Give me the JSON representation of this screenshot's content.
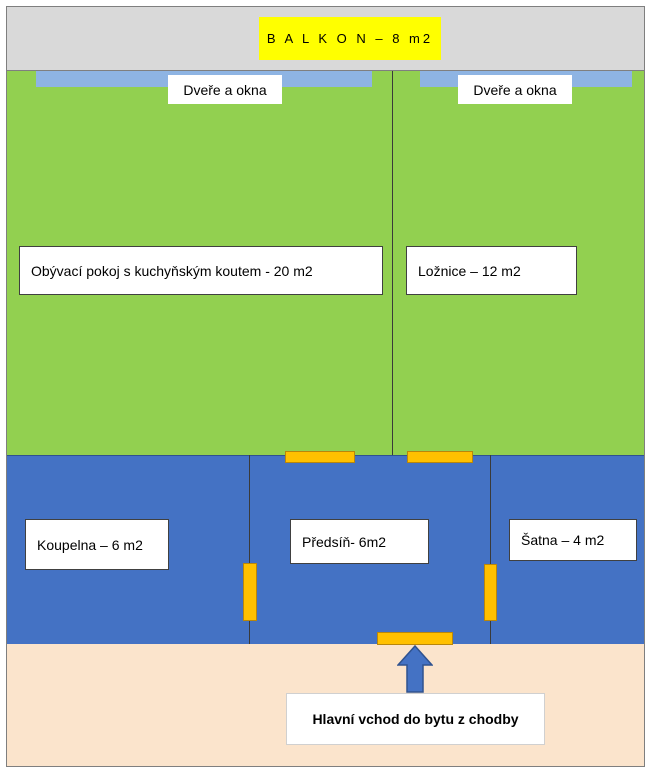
{
  "balcony": {
    "label": "B A L K O N – 8 m2"
  },
  "windows": [
    {
      "label": "Dveře a okna"
    },
    {
      "label": "Dveře a okna"
    }
  ],
  "rooms": {
    "living": "Obývací pokoj s kuchyňským koutem - 20 m2",
    "bedroom": "Ložnice – 12 m2",
    "bathroom": "Koupelna – 6 m2",
    "hallway": "Předsíň- 6m2",
    "wardrobe": "Šatna – 4 m2"
  },
  "entrance": {
    "label": "Hlavní vchod do bytu z chodby"
  },
  "colors": {
    "balcony": "#d9d9d9",
    "balcony_label": "#ffff00",
    "upper_rooms": "#92d050",
    "lower_rooms": "#4472c4",
    "corridor": "#fbe4cc",
    "windows": "#8eb4e3",
    "doors": "#ffc000",
    "arrow": "#4472c4"
  }
}
